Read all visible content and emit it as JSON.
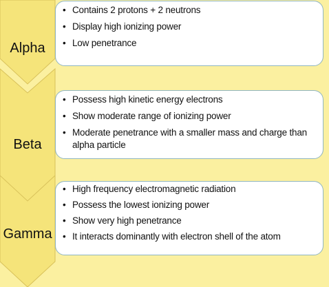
{
  "colors": {
    "background": "#fbf0a0",
    "chevron_fill": "#f5e47a",
    "chevron_stroke": "#d8c15a",
    "box_border": "#8fb5c2"
  },
  "stages": [
    {
      "label": "Alpha",
      "bullets": [
        "Contains 2 protons + 2 neutrons",
        "Display high ionizing power",
        "Low penetrance"
      ]
    },
    {
      "label": "Beta",
      "bullets": [
        "Possess high kinetic energy electrons",
        "Show moderate range of ionizing power",
        "Moderate penetrance with a smaller mass and charge than alpha particle"
      ]
    },
    {
      "label": "Gamma",
      "bullets": [
        "High frequency electromagnetic radiation",
        "Possess the lowest ionizing power",
        "Show very high penetrance",
        "It interacts dominantly with electron shell of the atom"
      ]
    }
  ]
}
